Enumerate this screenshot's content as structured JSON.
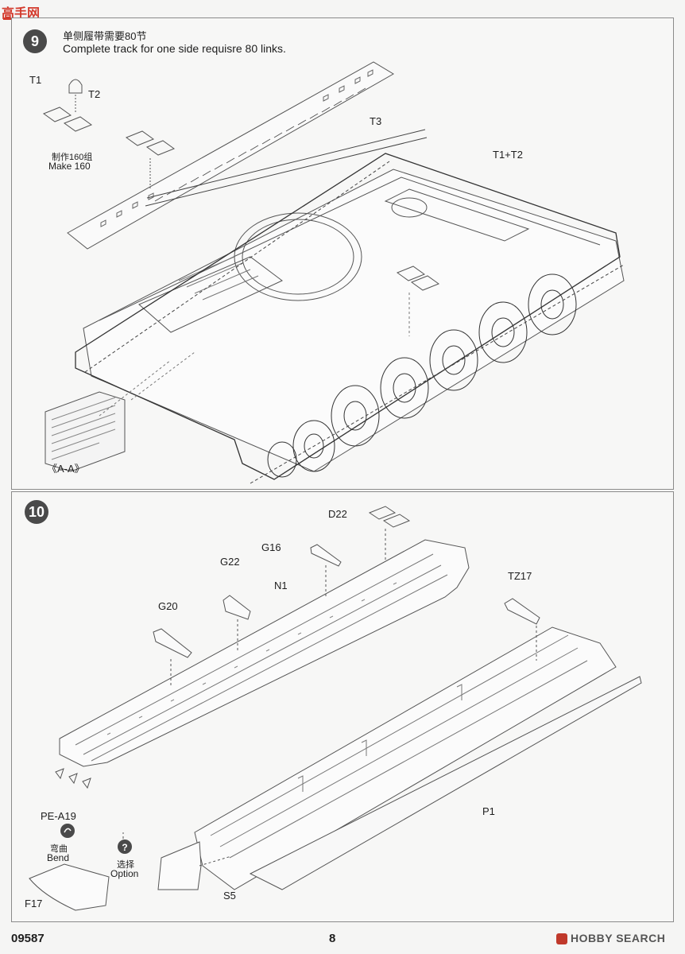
{
  "watermark_top": "高手网",
  "step9": {
    "number": "9",
    "title_cn": "单侧履带需要80节",
    "title_en": "Complete track for one side requisre 80 links.",
    "labels": {
      "t1": "T1",
      "t2": "T2",
      "t3": "T3",
      "t1t2": "T1+T2",
      "make_cn": "制作160组",
      "make_en": "Make 160",
      "section": "《A-A》"
    }
  },
  "step10": {
    "number": "10",
    "labels": {
      "d22": "D22",
      "g16": "G16",
      "g22": "G22",
      "n1": "N1",
      "g20": "G20",
      "tz17": "TZ17",
      "pe_a19": "PE-A19",
      "p1": "P1",
      "bend_cn": "弯曲",
      "bend_en": "Bend",
      "option_cn": "选择",
      "option_en": "Option",
      "f17": "F17",
      "s5": "S5"
    },
    "icons": [
      "bend-icon",
      "question-icon"
    ]
  },
  "footer": {
    "code": "09587",
    "page": "8",
    "brand": "HOBBY SEARCH"
  }
}
